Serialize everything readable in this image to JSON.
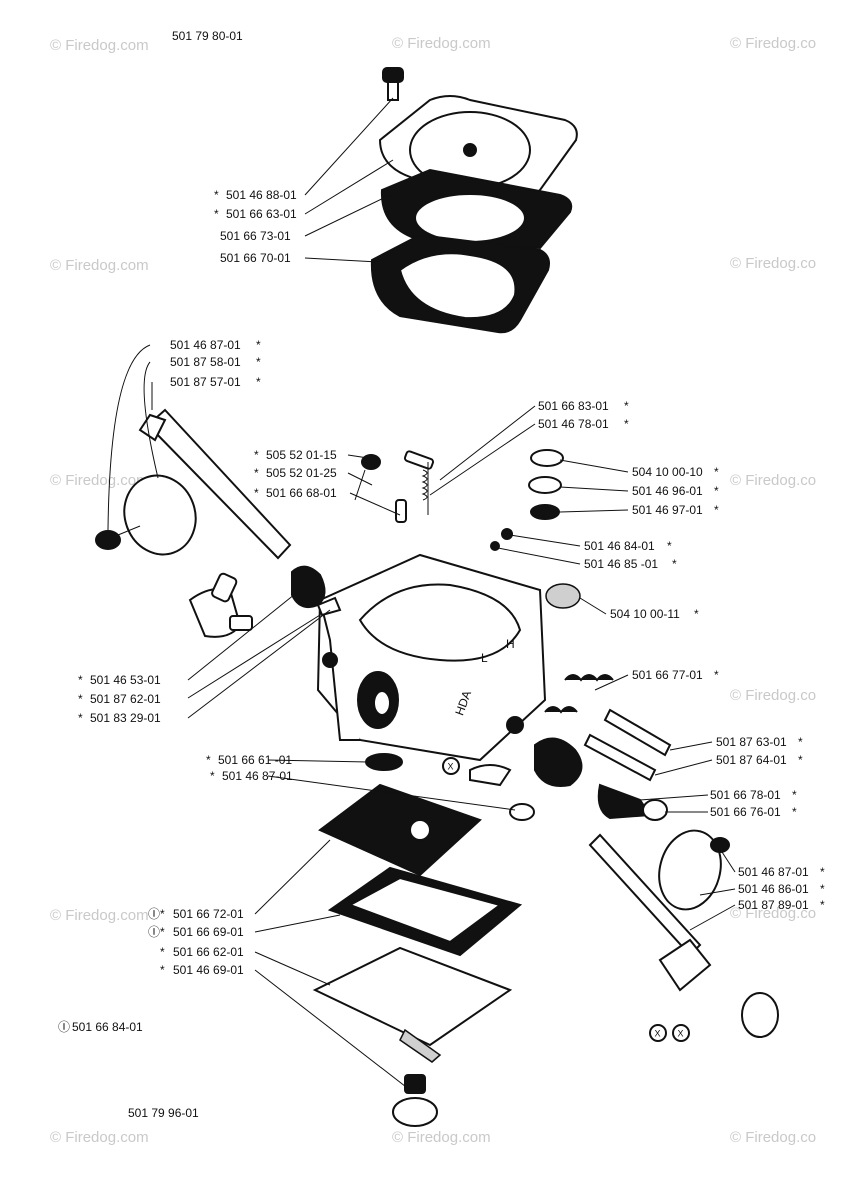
{
  "header": {
    "top_assembly_number": "501 79 80-01",
    "bottom_assembly_number": "501 79 96-01"
  },
  "note": {
    "symbol": "Ⓘ",
    "text": "501 66 84-01"
  },
  "watermark": {
    "text": "© Firedog.com",
    "text_short": "© Firedog.co"
  },
  "labels_left": [
    {
      "star_left": "*",
      "part": "501 46 88-01"
    },
    {
      "star_left": "*",
      "part": "501 66 63-01"
    },
    {
      "star_left": "",
      "part": "501 66 73-01"
    },
    {
      "star_left": "",
      "part": "501 66 70-01"
    }
  ],
  "labels_upper_left": [
    {
      "part": "501 46 87-01",
      "star_right": "*"
    },
    {
      "part": "501 87 58-01",
      "star_right": "*"
    },
    {
      "part": "501 87 57-01",
      "star_right": "*"
    }
  ],
  "labels_center_left": [
    {
      "star_left": "*",
      "part": "505 52 01-15"
    },
    {
      "star_left": "*",
      "part": "505 52 01-25"
    },
    {
      "star_left": "*",
      "part": "501 66 68-01"
    }
  ],
  "labels_center_top": [
    {
      "part": "501 66 83-01",
      "star_right": "*"
    },
    {
      "part": "501 46 78-01",
      "star_right": "*"
    }
  ],
  "labels_right": [
    {
      "part": "504 10 00-10",
      "star_right": "*"
    },
    {
      "part": "501 46 96-01",
      "star_right": "*"
    },
    {
      "part": "501 46 97-01",
      "star_right": "*"
    },
    {
      "part": "501 46 84-01",
      "star_right": "*"
    },
    {
      "part": "501 46 85 -01",
      "star_right": "*"
    },
    {
      "part": "504 10 00-11",
      "star_right": "*"
    },
    {
      "part": "501 66 77-01",
      "star_right": "*"
    },
    {
      "part": "501 87 63-01",
      "star_right": "*"
    },
    {
      "part": "501 87 64-01",
      "star_right": "*"
    },
    {
      "part": "501 66 78-01",
      "star_right": "*"
    },
    {
      "part": "501 66 76-01",
      "star_right": "*"
    },
    {
      "part": "501 46 87-01",
      "star_right": "*"
    },
    {
      "part": "501 46 86-01",
      "star_right": "*"
    },
    {
      "part": "501 87 89-01",
      "star_right": "*"
    }
  ],
  "labels_mid_left": [
    {
      "star_left": "*",
      "part": "501 46 53-01"
    },
    {
      "star_left": "*",
      "part": "501 87 62-01"
    },
    {
      "star_left": "*",
      "part": "501 83 29-01"
    }
  ],
  "labels_lower_mid": [
    {
      "star_left": "*",
      "part": "501 66 61 -01"
    },
    {
      "star_left": "*",
      "part": "501 46 87-01"
    }
  ],
  "labels_bottom_left": [
    {
      "star_left": "Ⓘ*",
      "part": "501 66 72-01"
    },
    {
      "star_left": "Ⓘ*",
      "part": "501 66 69-01"
    },
    {
      "star_left": "*",
      "part": "501 66 62-01"
    },
    {
      "star_left": "*",
      "part": "501 46 69-01"
    }
  ],
  "circle_marker": "X",
  "carb_markings": {
    "low": "L",
    "high": "H",
    "model": "HDA"
  }
}
